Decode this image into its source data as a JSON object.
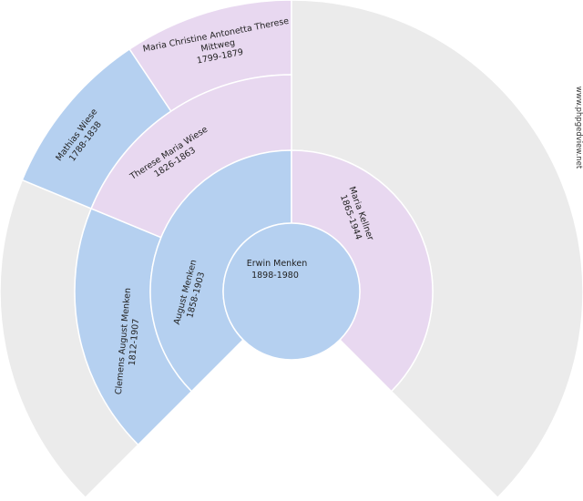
{
  "watermark": "www.phpgedview.net",
  "colors": {
    "male": "#b5d0f0",
    "female": "#e8d8f0",
    "empty": "#ebebeb",
    "stroke": "#ffffff"
  },
  "root": {
    "name": "Erwin Menken",
    "dates": "1898-1980",
    "sex": "male"
  },
  "father": {
    "name": "August Menken",
    "dates": "1858-1903",
    "sex": "male"
  },
  "mother": {
    "name": "Maria Kellner",
    "dates": "1865-1944",
    "sex": "female"
  },
  "paternal_grandfather": {
    "name": "Clemens August Menken",
    "dates": "1812-1907",
    "sex": "male"
  },
  "paternal_grandmother": {
    "name": "Therese Maria Wiese",
    "dates": "1826-1863",
    "sex": "female"
  },
  "paternal_ggf": {
    "name": "Mathias Wiese",
    "dates": "1788-1838",
    "sex": "male"
  },
  "paternal_ggm": {
    "name": "Maria Christine Antonetta Therese",
    "name2": "Mittweg",
    "dates": "1799-1879",
    "sex": "female"
  }
}
